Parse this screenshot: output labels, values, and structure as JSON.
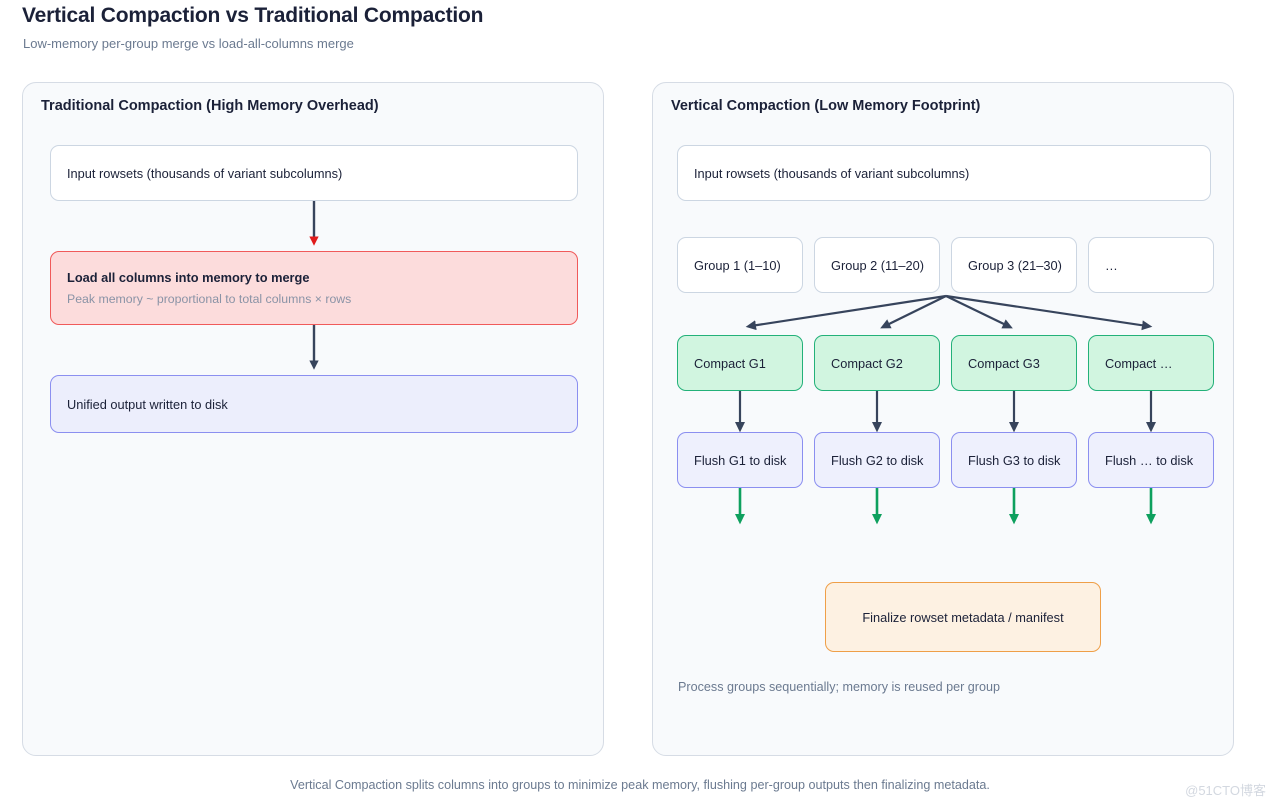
{
  "header": {
    "title": "Vertical Compaction vs Traditional Compaction",
    "subtitle": "Low-memory per-group merge vs load-all-columns merge"
  },
  "left_panel": {
    "title": "Traditional Compaction (High Memory Overhead)",
    "nodes": [
      {
        "label": "Input rowsets (thousands of variant subcolumns)",
        "style": "plain"
      },
      {
        "label": "Load all columns into memory to merge",
        "sublabel": "Peak memory ~ proportional to total columns × rows",
        "style": "danger"
      },
      {
        "label": "Unified output written to disk",
        "style": "output"
      }
    ],
    "arrows": [
      {
        "from": "input-rowsets",
        "to": "load-all-columns",
        "color": "#e01b1b"
      },
      {
        "from": "load-all-columns",
        "to": "unified-output",
        "color": "#37445c"
      }
    ]
  },
  "right_panel": {
    "title": "Vertical Compaction (Low Memory Footprint)",
    "input": {
      "label": "Input rowsets (thousands of variant subcolumns)"
    },
    "groups": [
      {
        "label": "Group 1 (1–10)"
      },
      {
        "label": "Group 2 (11–20)"
      },
      {
        "label": "Group 3 (21–30)"
      },
      {
        "label": "…"
      }
    ],
    "compact": [
      {
        "label": "Compact G1"
      },
      {
        "label": "Compact G2"
      },
      {
        "label": "Compact G3"
      },
      {
        "label": "Compact …"
      }
    ],
    "flush": [
      {
        "label": "Flush G1 to disk"
      },
      {
        "label": "Flush G2 to disk"
      },
      {
        "label": "Flush G3 to disk"
      },
      {
        "label": "Flush … to disk"
      }
    ],
    "finalize": {
      "label": "Finalize rowset metadata / manifest"
    },
    "note": "Process groups sequentially; memory is reused per group"
  },
  "caption": "Vertical Compaction splits columns into groups to minimize peak memory, flushing per-group outputs then finalizing metadata.",
  "watermark": "@51CTO博客",
  "colors": {
    "page_bg": "#ffffff",
    "panel_bg": "#f8fafc",
    "panel_border": "#d6dce5",
    "title_text": "#1b2138",
    "muted_text": "#6b7a90",
    "danger_fill": "#fcdcdc",
    "danger_border": "#f05a5a",
    "danger_arrow": "#e01b1b",
    "output_fill": "#eceefc",
    "output_border": "#8b8ff0",
    "compact_fill": "#d1f5e0",
    "compact_border": "#23b179",
    "flush_fill": "#eef0fd",
    "flush_border": "#8b8ff0",
    "finalize_fill": "#fdf1e2",
    "finalize_border": "#ef9f48",
    "arrow_dark": "#37445c",
    "arrow_green": "#0ea05e"
  }
}
